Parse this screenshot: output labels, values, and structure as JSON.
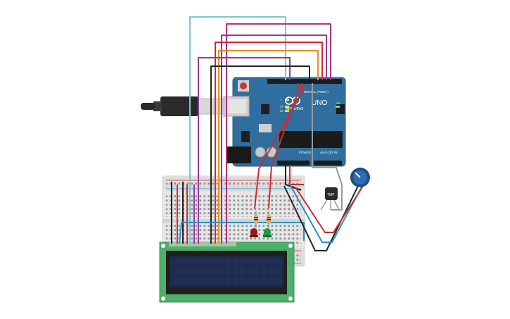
{
  "colors": {
    "board": "#2f6e9e",
    "board_dark": "#24577e",
    "breadboard": "#e6e6e6",
    "lcd_pcb": "#4caf6a",
    "lcd_screen": "#1e2a4a",
    "wire_cyan": "#7cc8cf",
    "wire_purple": "#8e3b9c",
    "wire_magenta": "#b0327e",
    "wire_red": "#d42a2a",
    "wire_orange": "#f08a24",
    "wire_black": "#222222",
    "wire_blue": "#2b8fc7",
    "wire_gray": "#9a9a9a",
    "led_red": "#a01818",
    "led_green": "#1f9a3a",
    "pot_knob": "#2a6fb4"
  },
  "icons": {
    "usb_plug": "usb-plug-icon",
    "reset_button": "reset-button-icon",
    "arduino_logo": "arduino-infinity-logo-icon"
  },
  "arduino": {
    "model_text": "UNO",
    "brand_text": "ARDUINO",
    "digital_label": "DIGITAL (PWM~)",
    "power_label": "POWER",
    "analog_label": "ANALOG IN",
    "on_label": "ON",
    "tx_label": "TX",
    "rx_label": "RX",
    "l_label": "L"
  },
  "sensor": {
    "label": "TMP"
  }
}
